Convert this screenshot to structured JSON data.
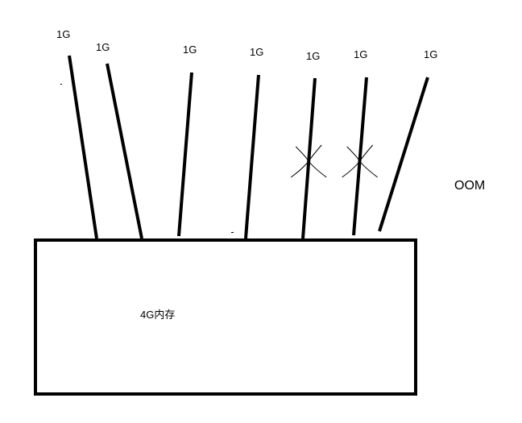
{
  "diagram": {
    "memory_box_label": "4G内存",
    "oom_label": "OOM",
    "allocations": [
      {
        "label": "1G",
        "failed": false
      },
      {
        "label": "1G",
        "failed": false
      },
      {
        "label": "1G",
        "failed": false
      },
      {
        "label": "1G",
        "failed": false
      },
      {
        "label": "1G",
        "failed": true
      },
      {
        "label": "1G",
        "failed": true
      },
      {
        "label": "1G",
        "failed": false
      }
    ]
  }
}
